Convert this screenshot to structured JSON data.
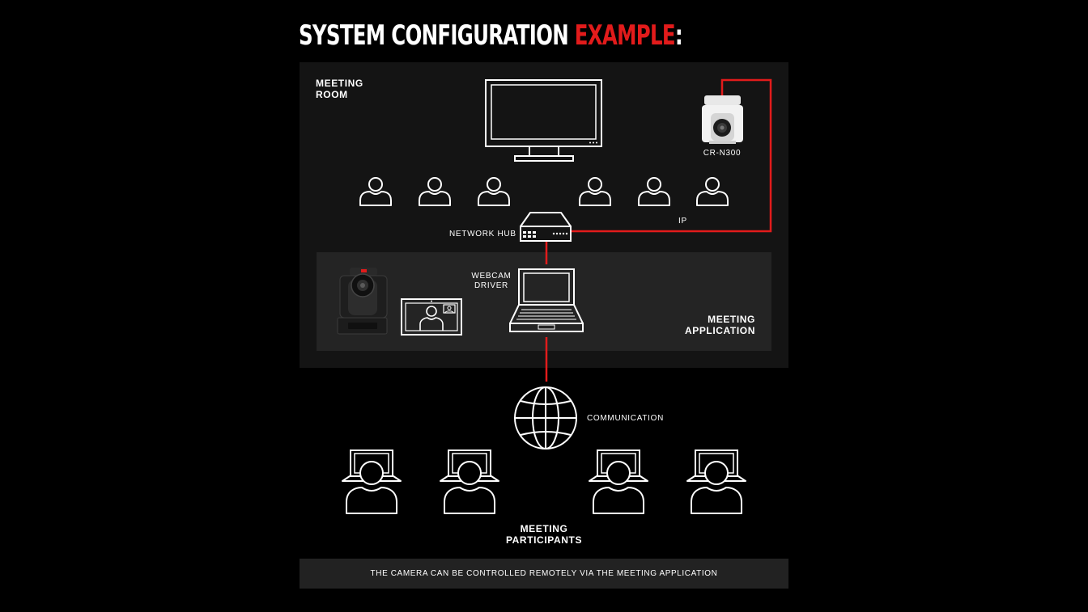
{
  "title": {
    "main": "SYSTEM CONFIGURATION ",
    "accent": "EXAMPLE",
    "suffix": ":"
  },
  "labels": {
    "meeting_room_line1": "MEETING",
    "meeting_room_line2": "ROOM",
    "camera_model": "CR-N300",
    "ip": "IP",
    "network_hub": "NETWORK HUB",
    "webcam_driver_line1": "WEBCAM",
    "webcam_driver_line2": "DRIVER",
    "meeting_app_line1": "MEETING",
    "meeting_app_line2": "APPLICATION",
    "communication": "COMMUNICATION",
    "participants_line1": "MEETING",
    "participants_line2": "PARTICIPANTS"
  },
  "footer": "THE CAMERA CAN BE CONTROLLED REMOTELY VIA THE MEETING APPLICATION",
  "colors": {
    "accent": "#e21b1b",
    "background": "#000000",
    "room_panel": "#141414",
    "app_panel": "#242424",
    "footer_bar": "#222222"
  },
  "icons": [
    "display-monitor-icon",
    "ptz-camera-icon",
    "person-icon",
    "network-hub-icon",
    "laptop-icon",
    "video-call-screen-icon",
    "globe-icon",
    "participant-laptop-icon"
  ]
}
